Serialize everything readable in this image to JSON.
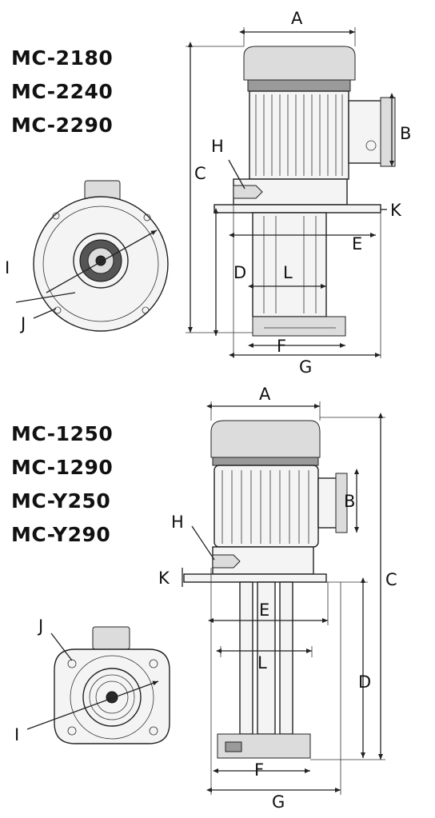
{
  "group1": {
    "models": [
      "MC-2180",
      "MC-2240",
      "MC-2290"
    ],
    "dims": {
      "A": "A",
      "B": "B",
      "C": "C",
      "D": "D",
      "E": "E",
      "F": "F",
      "G": "G",
      "H": "H",
      "I": "I",
      "J": "J",
      "K": "K",
      "L": "L"
    }
  },
  "group2": {
    "models": [
      "MC-1250",
      "MC-1290",
      "MC-Y250",
      "MC-Y290"
    ],
    "dims": {
      "A": "A",
      "B": "B",
      "C": "C",
      "D": "D",
      "E": "E",
      "F": "F",
      "G": "G",
      "H": "H",
      "I": "I",
      "J": "J",
      "K": "K",
      "L": "L"
    }
  }
}
